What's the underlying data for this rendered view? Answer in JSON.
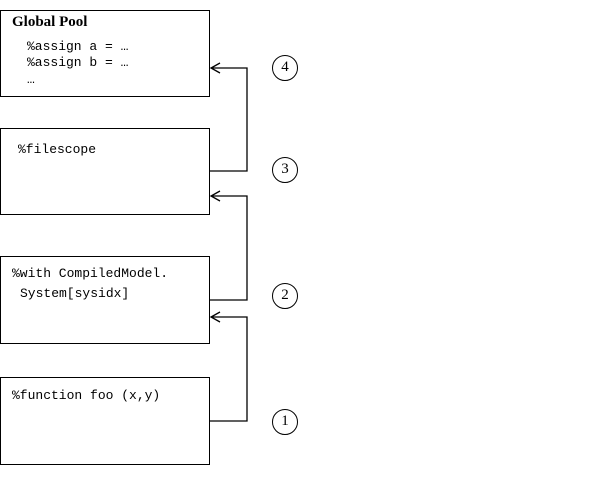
{
  "boxes": {
    "global_pool": {
      "title": "Global Pool",
      "lines": [
        "%assign a = …",
        "%assign b = …",
        "…"
      ]
    },
    "filescope": {
      "lines": [
        "%filescope"
      ]
    },
    "with_block": {
      "lines": [
        "%with CompiledModel.",
        "System[sysidx]"
      ]
    },
    "function_block": {
      "lines": [
        "%function foo (x,y)"
      ]
    }
  },
  "steps": [
    "1",
    "2",
    "3",
    "4"
  ]
}
